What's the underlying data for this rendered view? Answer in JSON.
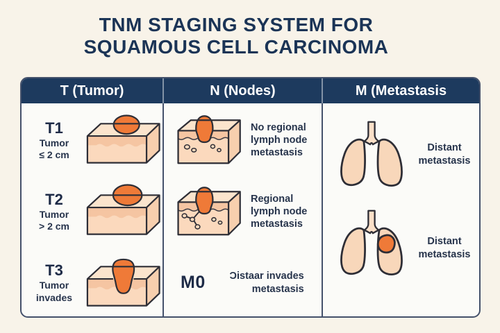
{
  "title": {
    "line1": "TNM STAGING SYSTEM FOR",
    "line2": "SQUAMOUS CELL CARCINOMA"
  },
  "table": {
    "headers": [
      "T (Tumor)",
      "N (Nodes)",
      "M (Metastasis"
    ],
    "t_rows": [
      {
        "code": "T1",
        "desc": "Tumor",
        "size": "≤ 2 cm"
      },
      {
        "code": "T2",
        "desc": "Tumor",
        "size": "> 2 cm"
      },
      {
        "code": "T3",
        "desc": "Tumor",
        "size": "invades"
      }
    ],
    "n_rows": [
      {
        "text": "No regional lymph node metastasis"
      },
      {
        "text": "Regional lymph node metastasis"
      },
      {
        "code": "M0",
        "text_line1": "Ɔistaar invades",
        "text_line2": "metastasis"
      }
    ],
    "m_rows": [
      {
        "text": "Distant metastasis"
      },
      {
        "text": "Distant metastasis"
      }
    ]
  },
  "icons": {
    "t1": "skin-block-small-tumor",
    "t2": "skin-block-large-tumor",
    "t3": "skin-block-invading-tumor",
    "n1": "skin-block-lymph-nodes",
    "n2": "skin-block-lymph-spread",
    "m1": "lungs-healthy",
    "m2": "lungs-with-metastasis"
  },
  "colors": {
    "background": "#f8f3e9",
    "panel": "#fbfbf8",
    "header_navy": "#1d3a5e",
    "title_navy": "#1b3456",
    "border": "#44516b",
    "text": "#27344c",
    "tumor_orange": "#ef7a38",
    "skin_top": "#fbe4cd",
    "skin_band": "#f5c5a2",
    "skin_front": "#fbd9bd",
    "skin_side": "#f7cfae",
    "lung_fill": "#f8d7ba",
    "outline": "#2e2e36"
  }
}
